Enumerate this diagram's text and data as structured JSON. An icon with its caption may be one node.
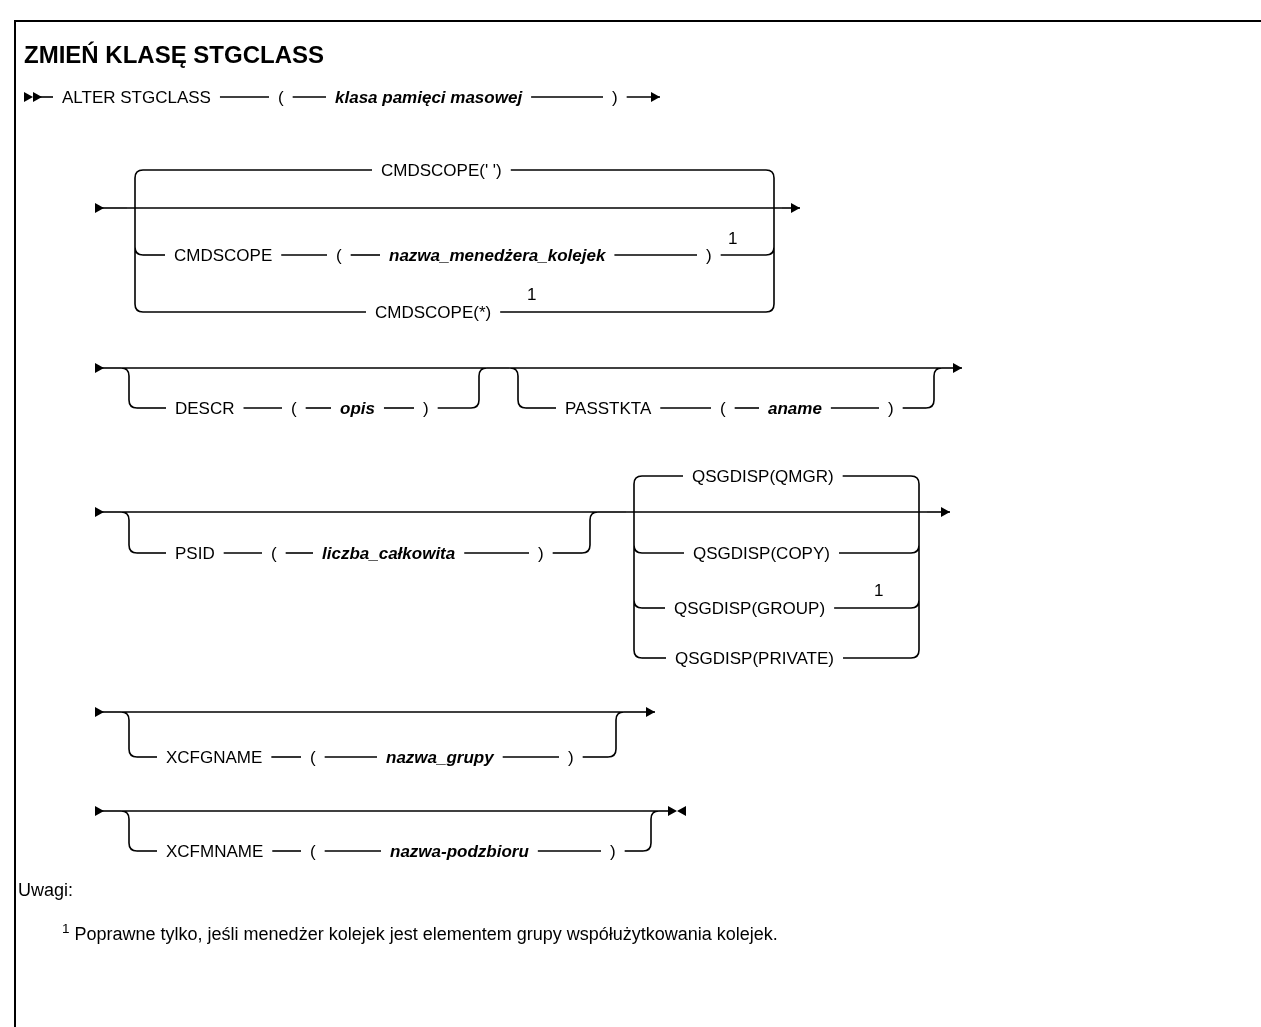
{
  "diagram": {
    "title": "ZMIEŃ KLASĘ STGCLASS",
    "nodes": [
      {
        "text": [
          "ALTER STGCLASS"
        ]
      },
      {
        "text": [
          "("
        ]
      },
      {
        "text": [
          "klasa pamięci masowej"
        ]
      },
      {
        "text": [
          ")"
        ]
      },
      {
        "text": [],
        "shape": "bar"
      },
      {
        "text": [
          "CMDSCOPE(' ')"
        ]
      },
      {
        "text": [
          "CMDSCOPE"
        ]
      },
      {
        "text": [
          "("
        ]
      },
      {
        "text": [
          "nazwa_menedżera_kolejek"
        ]
      },
      {
        "text": [
          ")"
        ]
      },
      {
        "text": [
          "CMDSCOPE(*)"
        ]
      },
      {
        "text": [],
        "shape": "bar"
      },
      {
        "text": [],
        "shape": "bar"
      },
      {
        "text": [
          "DESCR"
        ]
      },
      {
        "text": [
          "("
        ]
      },
      {
        "text": [
          "opis"
        ]
      },
      {
        "text": [
          ")"
        ]
      },
      {
        "text": [],
        "shape": "bar"
      },
      {
        "text": [],
        "shape": "bar"
      },
      {
        "text": [
          "PASSTKTA"
        ]
      },
      {
        "text": [
          "("
        ]
      },
      {
        "text": [
          "aname"
        ]
      },
      {
        "text": [
          ")"
        ]
      },
      {
        "text": [],
        "shape": "bar"
      },
      {
        "text": [],
        "shape": "bar"
      },
      {
        "text": [
          "PSID"
        ]
      },
      {
        "text": [
          "("
        ]
      },
      {
        "text": [
          "liczba_całkowita"
        ]
      },
      {
        "text": [
          ")"
        ]
      },
      {
        "text": [],
        "shape": "bar"
      },
      {
        "text": [],
        "shape": "bar"
      },
      {
        "text": [
          "QSGDISP(QMGR)"
        ]
      },
      {
        "text": [
          "QSGDISP(COPY)"
        ]
      },
      {
        "text": [
          "QSGDISP(GROUP)"
        ]
      },
      {
        "text": [
          "QSGDISP(PRIVATE)"
        ]
      },
      {
        "text": [],
        "shape": "bar"
      },
      {
        "text": [],
        "shape": "bar"
      },
      {
        "text": [
          "XCFGNAME"
        ]
      },
      {
        "text": [
          "("
        ]
      },
      {
        "text": [
          "nazwa_grupy"
        ]
      },
      {
        "text": [
          ")"
        ]
      },
      {
        "text": [],
        "shape": "bar"
      },
      {
        "text": [],
        "shape": "bar"
      },
      {
        "text": [
          "XCFMNAME"
        ]
      },
      {
        "text": [
          "("
        ]
      },
      {
        "text": [
          "nazwa-podzbioru"
        ]
      },
      {
        "text": [
          ")"
        ]
      },
      {
        "text": [],
        "shape": "bar"
      }
    ],
    "edges": [
      {
        "from": 0,
        "to": null,
        "arrow": "to"
      },
      {
        "from": 0,
        "to": 1,
        "arrow": "none"
      },
      {
        "from": 1,
        "to": 2,
        "arrow": "none"
      },
      {
        "from": 2,
        "to": 3,
        "arrow": "none"
      },
      {
        "from": 3,
        "to": null,
        "arrow": "to"
      },
      {
        "from": 4,
        "to": null,
        "arrow": "to"
      },
      {
        "from": 4,
        "to": 5,
        "arrow": "none"
      },
      {
        "from": 5,
        "to": 11,
        "arrow": "none"
      },
      {
        "from": 4,
        "to": 11,
        "arrow": "none"
      },
      {
        "from": 4,
        "to": 6,
        "arrow": "none"
      },
      {
        "from": 6,
        "to": 7,
        "arrow": "none"
      },
      {
        "from": 7,
        "to": 8,
        "arrow": "none"
      },
      {
        "from": 8,
        "to": 9,
        "arrow": "none"
      },
      {
        "from": 9,
        "to": 11,
        "arrow": "none"
      },
      {
        "from": 4,
        "to": 10,
        "arrow": "none"
      },
      {
        "from": 10,
        "to": 11,
        "arrow": "none"
      },
      {
        "from": 11,
        "to": null,
        "arrow": "to"
      },
      {
        "from": 12,
        "to": null,
        "arrow": "to"
      },
      {
        "from": 12,
        "to": 17,
        "arrow": "none"
      },
      {
        "from": 12,
        "to": 13,
        "arrow": "none"
      },
      {
        "from": 13,
        "to": 14,
        "arrow": "none"
      },
      {
        "from": 14,
        "to": 15,
        "arrow": "none"
      },
      {
        "from": 15,
        "to": 16,
        "arrow": "none"
      },
      {
        "from": 16,
        "to": 17,
        "arrow": "none"
      },
      {
        "from": 17,
        "to": 18,
        "arrow": "none"
      },
      {
        "from": 18,
        "to": 23,
        "arrow": "none"
      },
      {
        "from": 18,
        "to": 19,
        "arrow": "none"
      },
      {
        "from": 19,
        "to": 20,
        "arrow": "none"
      },
      {
        "from": 20,
        "to": 21,
        "arrow": "none"
      },
      {
        "from": 21,
        "to": 22,
        "arrow": "none"
      },
      {
        "from": 22,
        "to": 23,
        "arrow": "none"
      },
      {
        "from": 23,
        "to": null,
        "arrow": "to"
      },
      {
        "from": 24,
        "to": null,
        "arrow": "to"
      },
      {
        "from": 24,
        "to": 29,
        "arrow": "none"
      },
      {
        "from": 24,
        "to": 25,
        "arrow": "none"
      },
      {
        "from": 25,
        "to": 26,
        "arrow": "none"
      },
      {
        "from": 26,
        "to": 27,
        "arrow": "none"
      },
      {
        "from": 27,
        "to": 28,
        "arrow": "none"
      },
      {
        "from": 28,
        "to": 29,
        "arrow": "none"
      },
      {
        "from": 29,
        "to": 30,
        "arrow": "none"
      },
      {
        "from": 30,
        "to": 35,
        "arrow": "none"
      },
      {
        "from": 30,
        "to": 31,
        "arrow": "none"
      },
      {
        "from": 31,
        "to": 35,
        "arrow": "none"
      },
      {
        "from": 30,
        "to": 32,
        "arrow": "none"
      },
      {
        "from": 32,
        "to": 35,
        "arrow": "none"
      },
      {
        "from": 30,
        "to": 33,
        "arrow": "none"
      },
      {
        "from": 33,
        "to": 35,
        "arrow": "none"
      },
      {
        "from": 30,
        "to": 34,
        "arrow": "none"
      },
      {
        "from": 34,
        "to": 35,
        "arrow": "none"
      },
      {
        "from": 35,
        "to": null,
        "arrow": "to"
      },
      {
        "from": 36,
        "to": null,
        "arrow": "to"
      },
      {
        "from": 36,
        "to": 41,
        "arrow": "none"
      },
      {
        "from": 36,
        "to": 37,
        "arrow": "none"
      },
      {
        "from": 37,
        "to": 38,
        "arrow": "none"
      },
      {
        "from": 38,
        "to": 39,
        "arrow": "none"
      },
      {
        "from": 39,
        "to": 40,
        "arrow": "none"
      },
      {
        "from": 40,
        "to": 41,
        "arrow": "none"
      },
      {
        "from": 41,
        "to": null,
        "arrow": "to"
      },
      {
        "from": 42,
        "to": null,
        "arrow": "to"
      },
      {
        "from": 42,
        "to": 47,
        "arrow": "none"
      },
      {
        "from": 42,
        "to": 43,
        "arrow": "none"
      },
      {
        "from": 43,
        "to": 44,
        "arrow": "none"
      },
      {
        "from": 44,
        "to": 45,
        "arrow": "none"
      },
      {
        "from": 45,
        "to": 46,
        "arrow": "none"
      },
      {
        "from": 46,
        "to": 47,
        "arrow": "none"
      },
      {
        "from": null,
        "to": 47,
        "arrow": "to"
      }
    ],
    "labels": [
      "1",
      "1",
      "1",
      "Uwagi:",
      "$^{1}$ Poprawne tylko, jeśli menedżer kolejek jest elementem grupy współużytkowania kolejek."
    ]
  }
}
